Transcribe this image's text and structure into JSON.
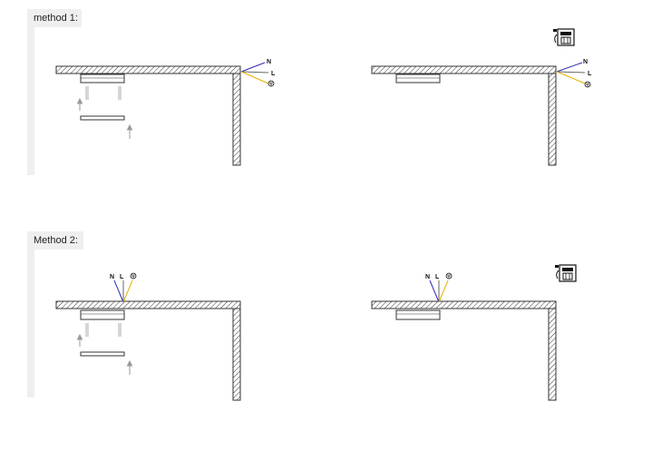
{
  "method1": {
    "label": "method 1:",
    "wire_labels": {
      "n": "N",
      "l": "L"
    }
  },
  "method2": {
    "label": "Method 2:",
    "wire_labels": {
      "n": "N",
      "l": "L"
    }
  },
  "colors": {
    "band": "#efefef",
    "hatch": "#333333",
    "wire_neutral": "#2b2bb8",
    "wire_live": "#e8b000",
    "wire_earth": "#b8b8b8",
    "arrow": "#9a9a9a"
  },
  "icons": [
    "ground-symbol",
    "glass-break-unit-icon"
  ]
}
